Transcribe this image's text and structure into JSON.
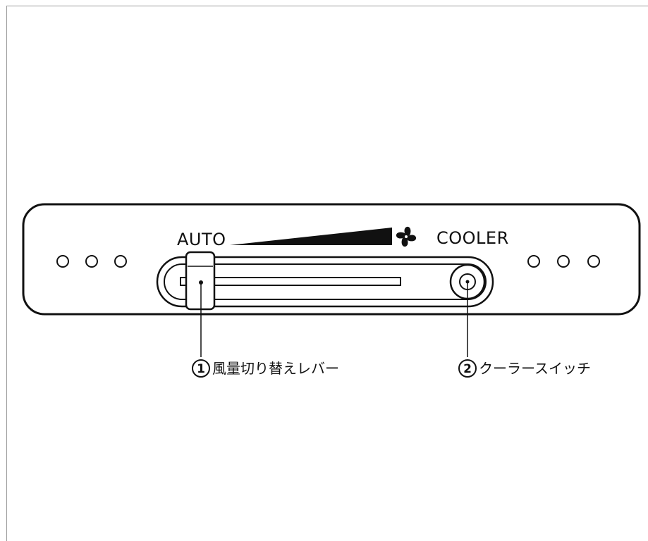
{
  "panel": {
    "auto_label": "AUTO",
    "cooler_label": "COOLER",
    "fan_icon": "fan-icon"
  },
  "callouts": [
    {
      "number": "1",
      "text": "風量切り替えレバー"
    },
    {
      "number": "2",
      "text": "クーラースイッチ"
    }
  ],
  "colors": {
    "line": "#111111",
    "background": "#ffffff"
  }
}
